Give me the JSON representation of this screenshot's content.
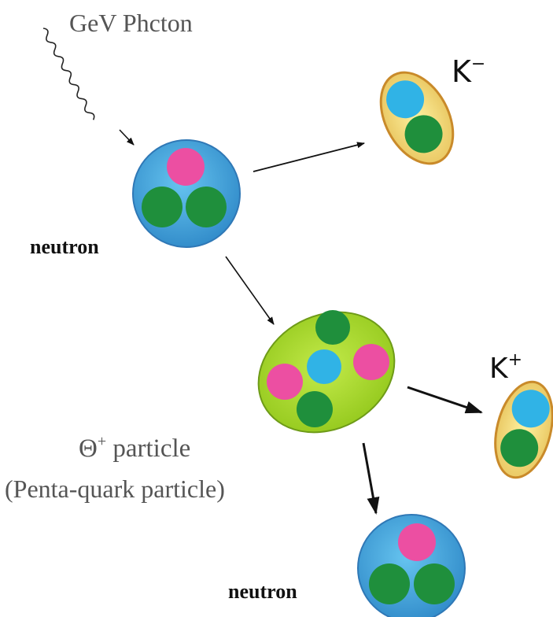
{
  "labels": {
    "photon": "GeV Phcton",
    "k_minus_base": "K",
    "k_minus_sup": "−",
    "neutron_top": "neutron",
    "k_plus_base": "K",
    "k_plus_sup": "+",
    "theta_base": "Θ",
    "theta_sup": "+",
    "theta_rest": " particle",
    "pentaquark": "(Penta-quark particle)",
    "neutron_bottom": "neutron"
  },
  "colors": {
    "neutron_body": "#3ea3d9",
    "neutron_edge": "#2f78b6",
    "kaon_body": "#f6e27a",
    "kaon_edge": "#c98a2a",
    "pentaquark_body": "#a6dc2a",
    "pentaquark_edge": "#6e9b18",
    "quark_magenta": "#ec4fa2",
    "quark_green": "#1f8f3c",
    "quark_cyan": "#30b3e6",
    "ink": "#111111",
    "label_gray": "#555555"
  }
}
